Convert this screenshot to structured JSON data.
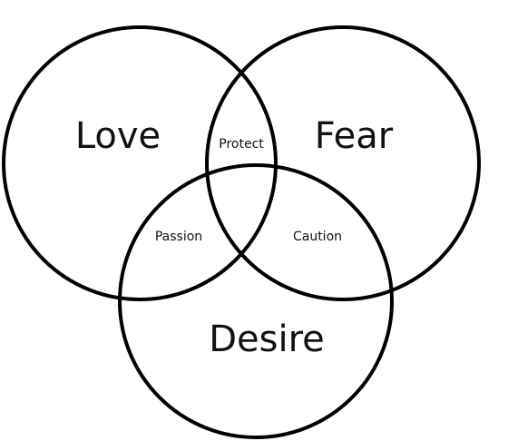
{
  "diagram": {
    "type": "venn",
    "stroke_color": "#000000",
    "background": "#ffffff",
    "sets": [
      {
        "id": "love",
        "label": "Love"
      },
      {
        "id": "fear",
        "label": "Fear"
      },
      {
        "id": "desire",
        "label": "Desire"
      }
    ],
    "overlaps": [
      {
        "between": [
          "love",
          "fear"
        ],
        "label": "Protect"
      },
      {
        "between": [
          "love",
          "desire"
        ],
        "label": "Passion"
      },
      {
        "between": [
          "fear",
          "desire"
        ],
        "label": "Caution"
      }
    ]
  }
}
